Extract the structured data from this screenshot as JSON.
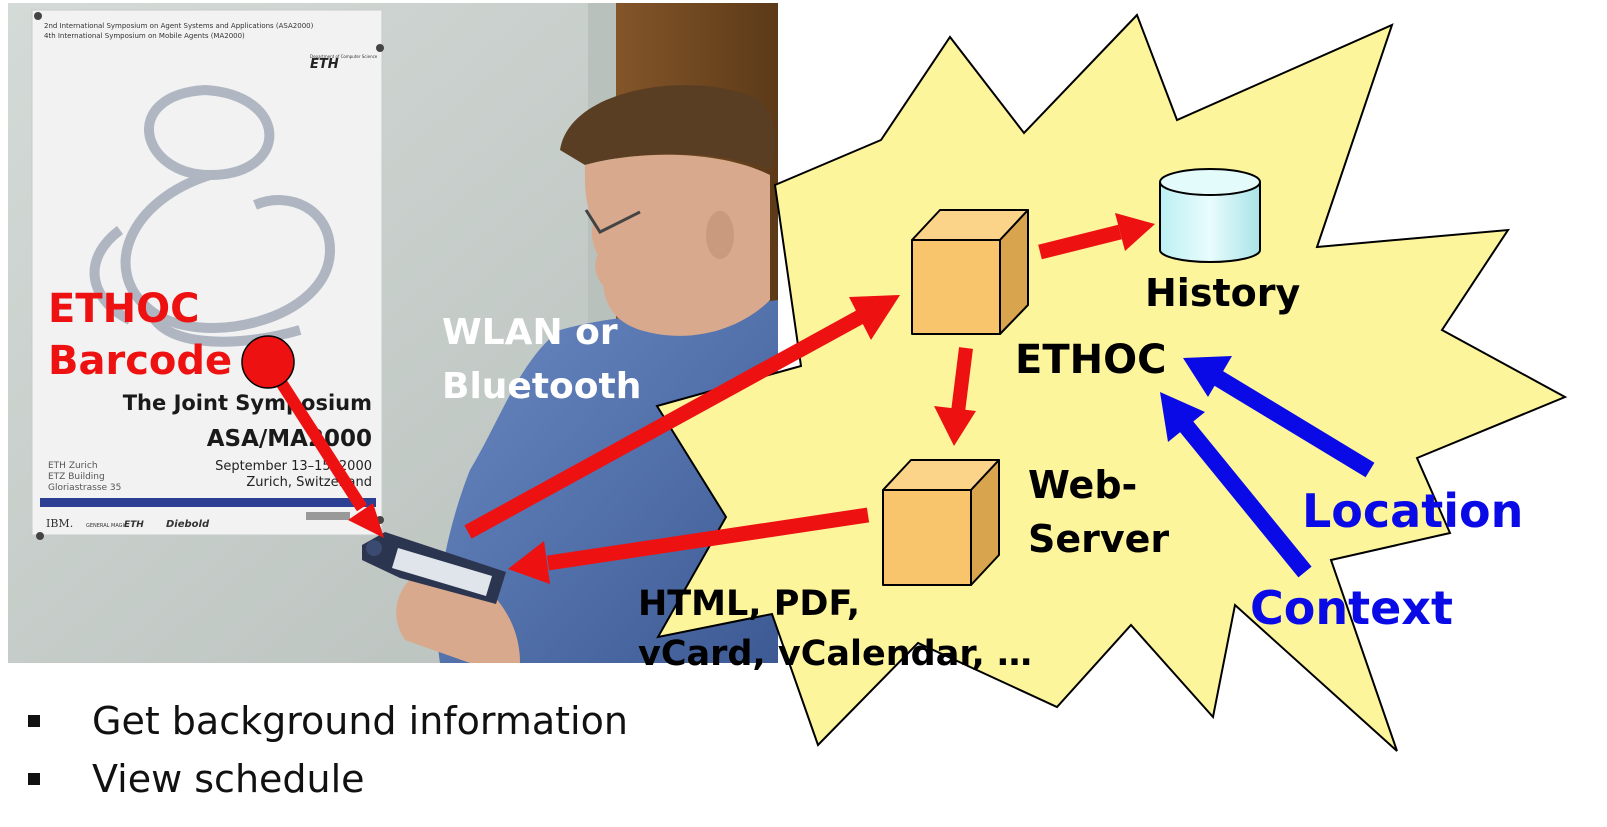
{
  "photo": {
    "poster": {
      "header_line_1": "2nd International Symposium on Agent Systems and Applications (ASA2000)",
      "header_line_2": "4th International Symposium on Mobile Agents (MA2000)",
      "eth_logo": "ETH",
      "eth_department": "Department of Computer Science",
      "title": "The Joint Symposium",
      "subtitle": "ASA/MA2000",
      "venue_lines": [
        "ETH Zurich",
        "ETZ Building",
        "Gloriastrasse 35"
      ],
      "date": "September 13–15, 2000",
      "place": "Zurich, Switzerland",
      "sponsors": [
        "IBM.",
        "GENERAL MAGIC",
        "ETH",
        "Diebold"
      ]
    },
    "barcode_label_line_1": "ETHOC",
    "barcode_label_line_2": "Barcode",
    "wireless_label_line_1": "WLAN or",
    "wireless_label_line_2": "Bluetooth"
  },
  "diagram": {
    "history_label": "History",
    "ethoc_label": "ETHOC",
    "webserver_label_line_1": "Web-",
    "webserver_label_line_2": "Server",
    "formats_line_1": "HTML, PDF,",
    "formats_line_2": "vCard, vCalendar, …",
    "location_label": "Location",
    "context_label": "Context"
  },
  "bullets": [
    "Get background information",
    "View schedule"
  ],
  "colors": {
    "burst_fill": "#fdf59c",
    "cube_fill": "#f8c46c",
    "cylinder_fill": "#ccf6f8",
    "flow_arrow": "#ee1111",
    "input_arrow": "#0a0ae6",
    "wall": "#c6cdc9",
    "door": "#6e4620",
    "shirt": "#4f6faa"
  }
}
